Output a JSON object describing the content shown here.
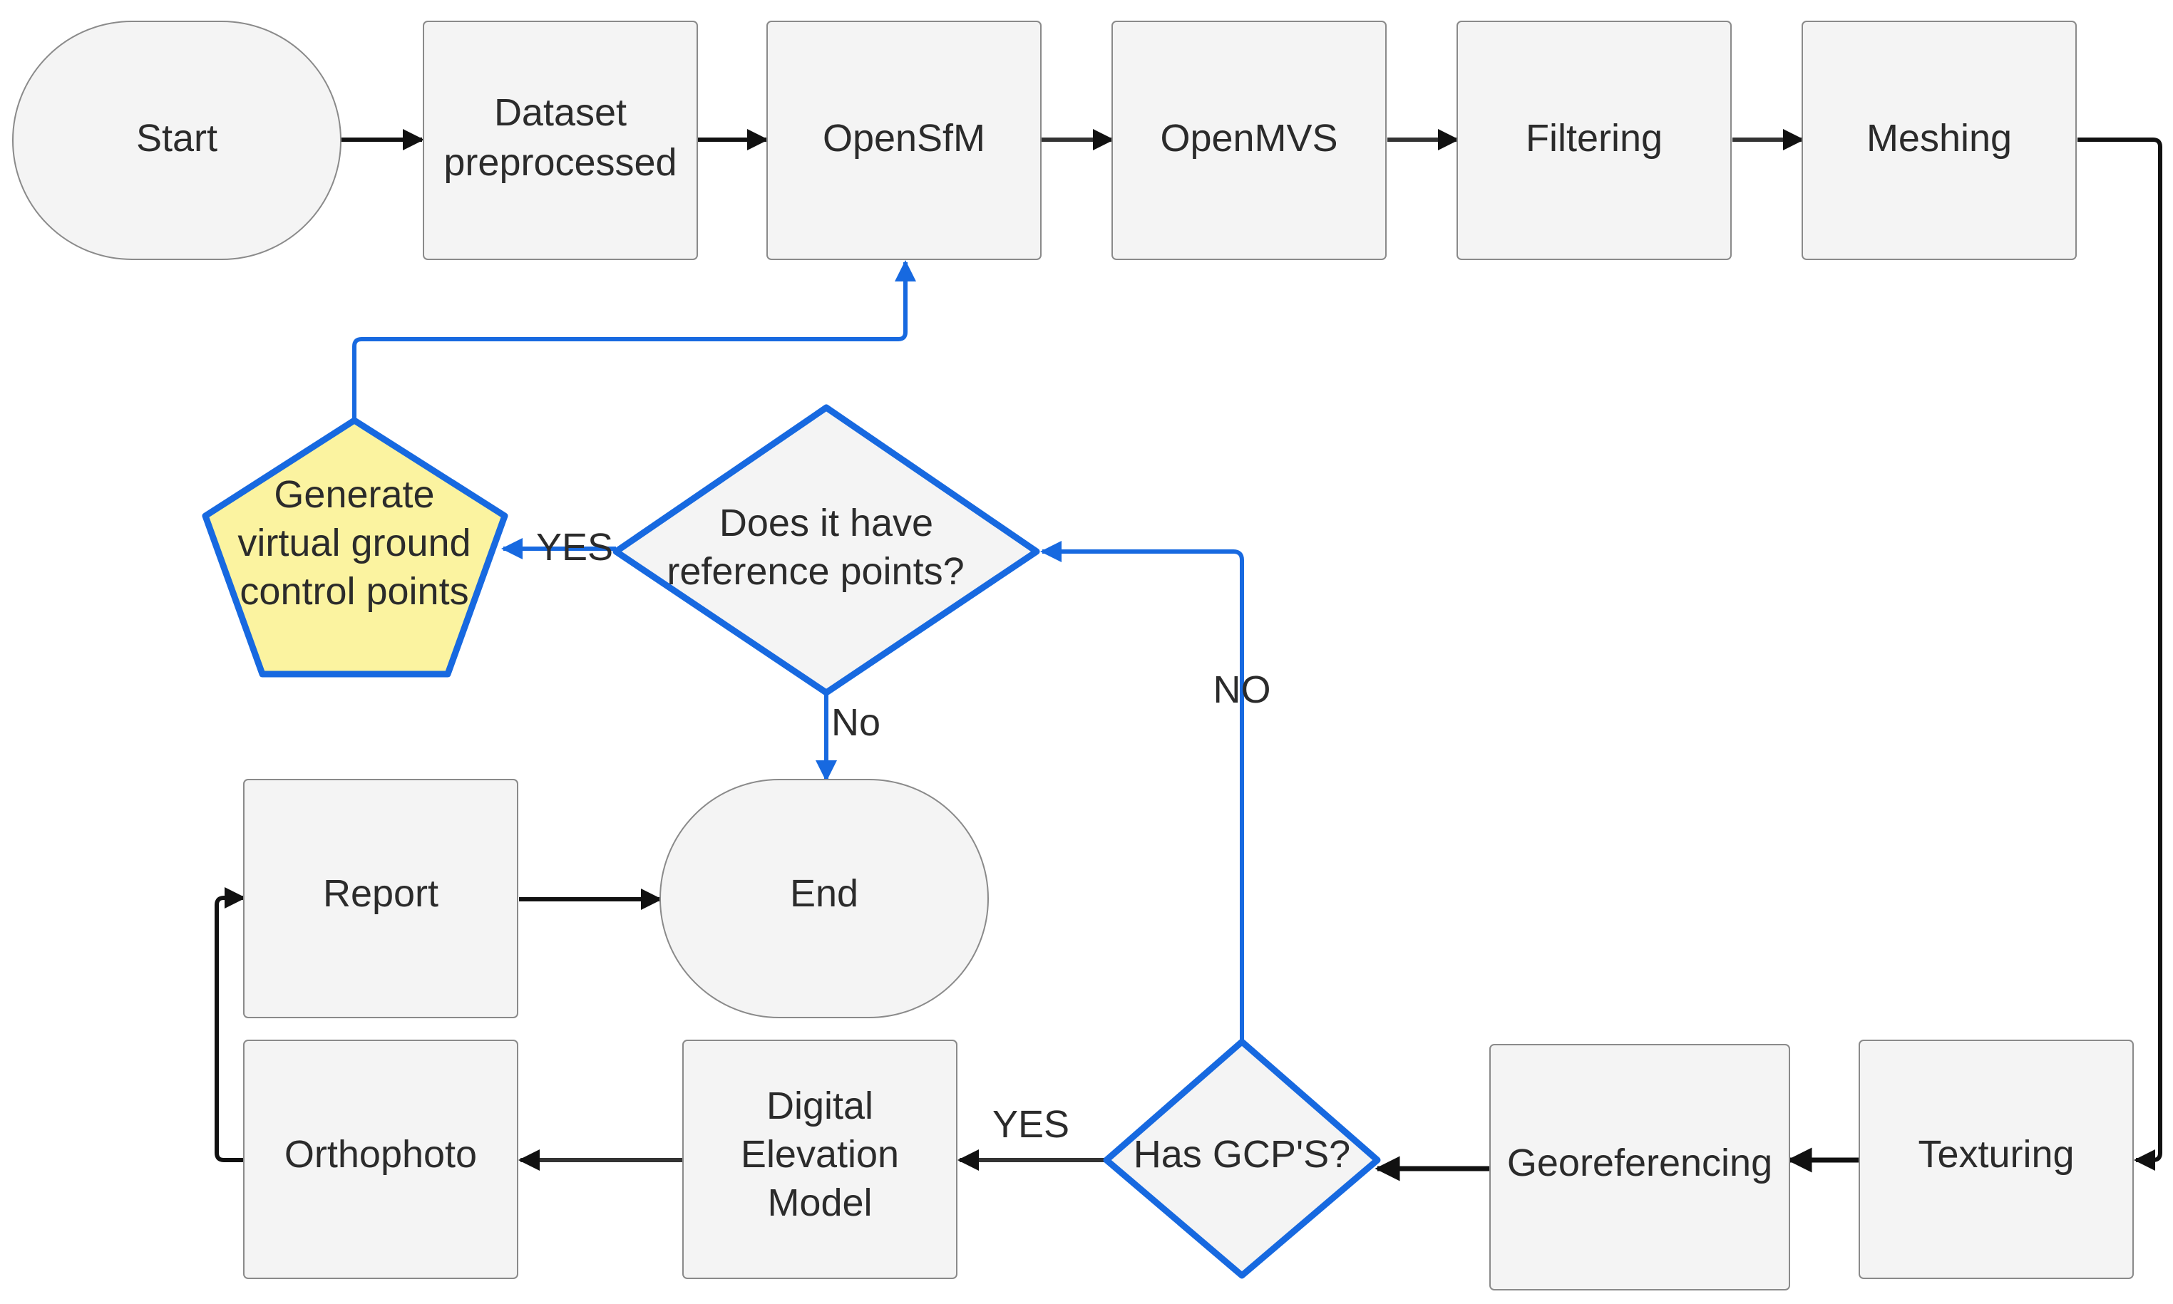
{
  "diagram": {
    "nodes": {
      "start": "Start",
      "dataset": [
        "Dataset",
        "preprocessed"
      ],
      "opensfm": "OpenSfM",
      "openmvs": "OpenMVS",
      "filtering": "Filtering",
      "meshing": "Meshing",
      "texturing": "Texturing",
      "georeferencing": "Georeferencing",
      "has_gcp": "Has GCP'S?",
      "dem": [
        "Digital",
        "Elevation",
        "Model"
      ],
      "orthophoto": "Orthophoto",
      "report": "Report",
      "end": "End",
      "reference_points": [
        "Does it have",
        "reference points?"
      ],
      "virtual_gcp": [
        "Generate",
        "virtual ground",
        "control points"
      ]
    },
    "edges": {
      "gcp_yes": "YES",
      "gcp_no": "NO",
      "ref_yes": "YES",
      "ref_no": "No"
    },
    "colors": {
      "node_fill": "#f4f4f4",
      "node_stroke": "#8a8a8a",
      "decision_stroke": "#1769e0",
      "highlight_fill": "#fbf3a0",
      "arrow_black": "#111111",
      "arrow_blue": "#1769e0"
    }
  }
}
